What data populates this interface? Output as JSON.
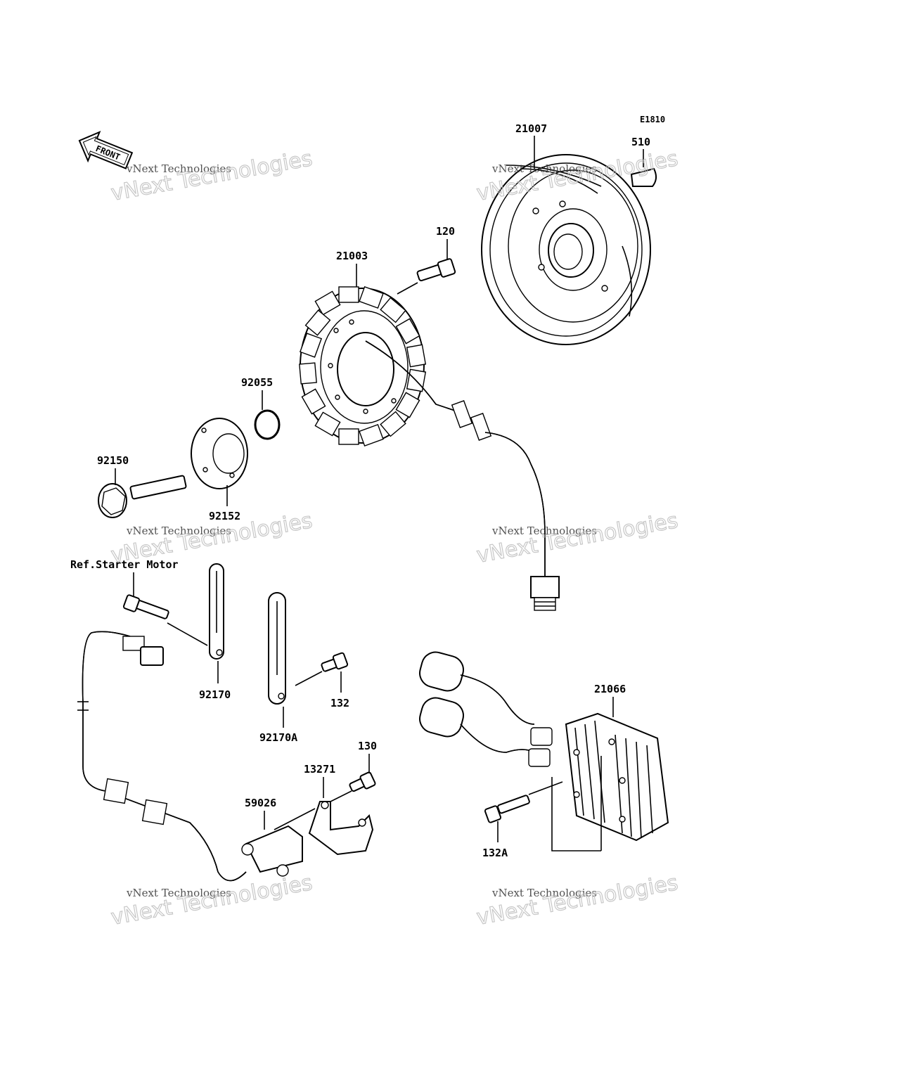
{
  "diagram_code": "E1810",
  "front_label": "FRONT",
  "ref_note": "Ref.Starter Motor",
  "watermark": {
    "line1": "vNext Technologies",
    "line2": "vNext Technologies"
  },
  "parts": [
    {
      "id": "p21007",
      "number": "21007"
    },
    {
      "id": "p510",
      "number": "510"
    },
    {
      "id": "p120",
      "number": "120"
    },
    {
      "id": "p21003",
      "number": "21003"
    },
    {
      "id": "p92055",
      "number": "92055"
    },
    {
      "id": "p92150",
      "number": "92150"
    },
    {
      "id": "p92152",
      "number": "92152"
    },
    {
      "id": "p92170",
      "number": "92170"
    },
    {
      "id": "p132",
      "number": "132"
    },
    {
      "id": "p92170A",
      "number": "92170A"
    },
    {
      "id": "p130",
      "number": "130"
    },
    {
      "id": "p13271",
      "number": "13271"
    },
    {
      "id": "p59026",
      "number": "59026"
    },
    {
      "id": "p21066",
      "number": "21066"
    },
    {
      "id": "p132A",
      "number": "132A"
    }
  ]
}
